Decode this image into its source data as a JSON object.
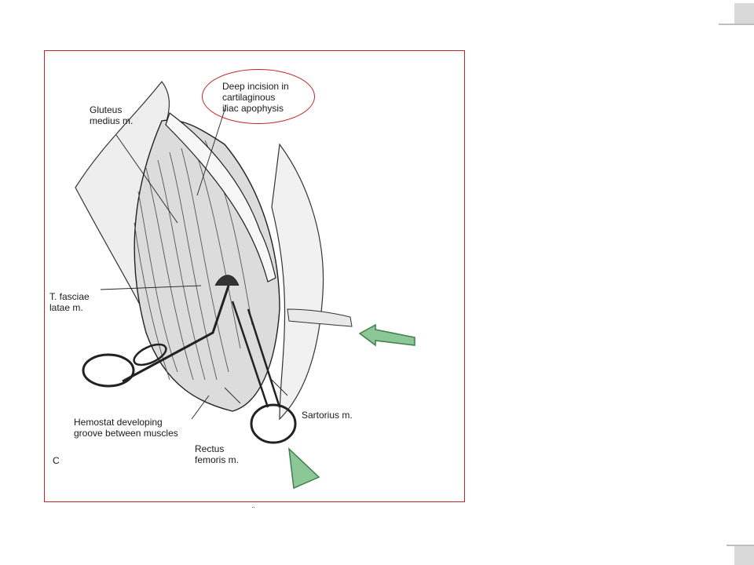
{
  "figure": {
    "panel_letter": "C",
    "callout_text": "Deep incision in\ncartilaginous\niliac apophysis",
    "labels": {
      "gluteus": "Gluteus\nmedius m.",
      "tfl": "T. fasciae\nlatae m.",
      "hemostat": "Hemostat developing\ngroove between muscles",
      "rectus": "Rectus\nfemoris m.",
      "sartorius": "Sartorius m."
    },
    "caption_mark": "¨"
  },
  "colors": {
    "frame_border": "#c0272d",
    "callout_ellipse": "#c0272d",
    "arrow_fill": "#8cc797",
    "arrow_stroke": "#3f7f4a"
  },
  "icons": {
    "side_arrow": "arrow-left-icon",
    "bottom_arrow": "triangle-up-icon"
  }
}
